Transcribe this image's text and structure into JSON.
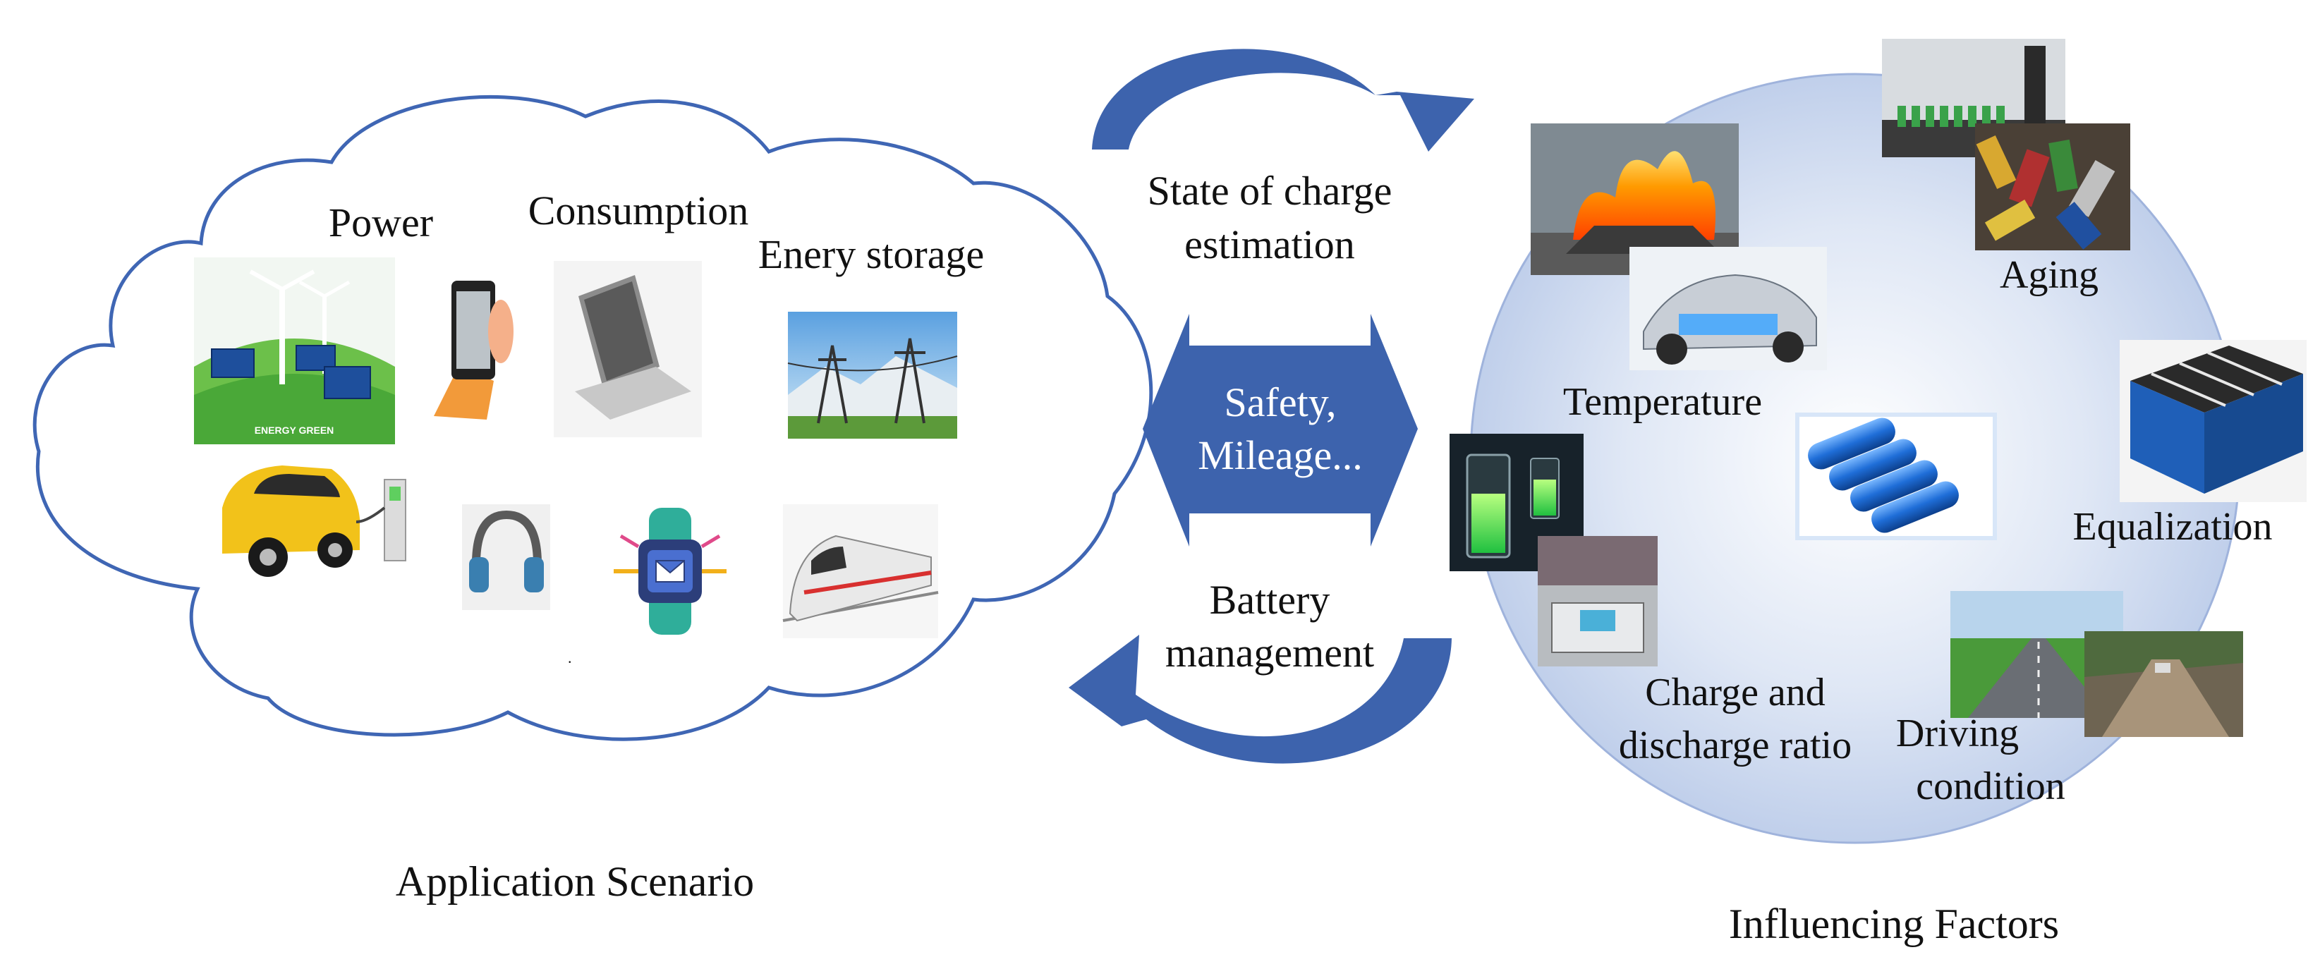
{
  "colors": {
    "accent": "#3d63ad",
    "cloud_stroke": "#3f66b4",
    "circle_fill": "#c6d4ec",
    "circle_stroke": "#3f66b4",
    "text": "#111111"
  },
  "left": {
    "caption": "Application Scenario",
    "labels": {
      "power": "Power",
      "consumption": "Consumption",
      "energy_storage": "Enery storage"
    },
    "illustrations": [
      "wind-solar-energy-green-icon",
      "smartphone-icon",
      "laptop-icon",
      "power-transmission-tower-icon",
      "electric-car-charging-icon",
      "headphones-icon",
      "smartwatch-icon",
      "high-speed-train-icon"
    ],
    "energy_green_text": "ENERGY GREEN"
  },
  "middle": {
    "top_label_line1": "State of charge",
    "top_label_line2": "estimation",
    "center_line1": "Safety,",
    "center_line2": "Mileage...",
    "bottom_label_line1": "Battery",
    "bottom_label_line2": "management"
  },
  "right": {
    "caption": "Influencing Factors",
    "factors": {
      "temperature": "Temperature",
      "aging": "Aging",
      "equalization": "Equalization",
      "charge_line1": "Charge and",
      "charge_line2": "discharge ratio",
      "driving_line1": "Driving",
      "driving_line2": "condition"
    },
    "illustrations": [
      "car-fire-photo",
      "ev-battery-car-photo",
      "battery-production-line-photo",
      "old-batteries-photo",
      "battery-pack-photo",
      "lithium-cells-photo",
      "battery-level-photo",
      "battery-tester-photo",
      "highway-photo",
      "dirt-road-photo"
    ]
  }
}
